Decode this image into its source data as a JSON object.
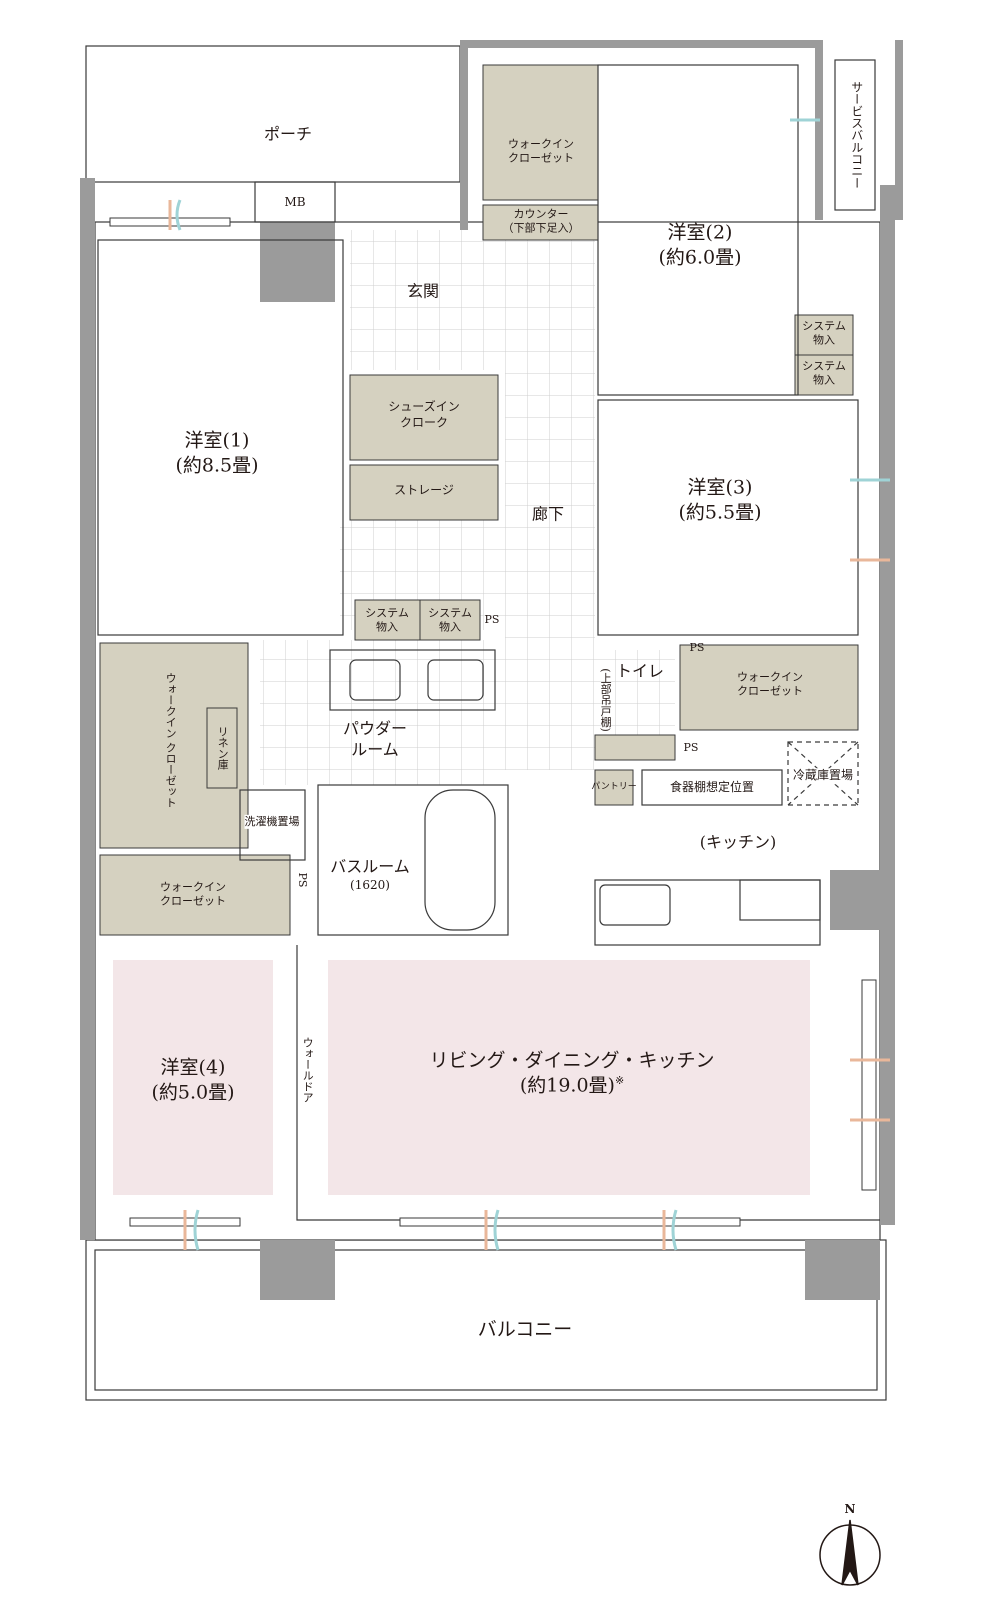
{
  "rooms": {
    "porch": "ポーチ",
    "mb": "MB",
    "wic_top": [
      "ウォークイン",
      "クローゼット"
    ],
    "counter": [
      "カウンター",
      "（下部下足入）"
    ],
    "service_balcony": "サービスバルコニー",
    "room2": [
      "洋室(2)",
      "(約6.0畳)"
    ],
    "entrance": "玄関",
    "system_storage": [
      "システム",
      "物入"
    ],
    "room1": [
      "洋室(1)",
      "(約8.5畳)"
    ],
    "shoes_in": [
      "シューズイン",
      "クローク"
    ],
    "storage": "ストレージ",
    "corridor": "廊下",
    "room3": [
      "洋室(3)",
      "(約5.5畳)"
    ],
    "ps": "PS",
    "toilet": "トイレ",
    "toilet_note": "(上部吊戸棚)",
    "wic_right": [
      "ウォークイン",
      "クローゼット"
    ],
    "wic_left_vertical": [
      "ウォークイン",
      "クローゼット"
    ],
    "linen": "リネン庫",
    "powder_room": [
      "パウダー",
      "ルーム"
    ],
    "washer": "洗濯機置場",
    "pantry": "パントリー",
    "cupboard": "食器棚想定位置",
    "fridge": "冷蔵庫置場",
    "kitchen": "(キッチン)",
    "bathroom": [
      "バスルーム",
      "(1620)"
    ],
    "wic_lower": [
      "ウォークイン",
      "クローゼット"
    ],
    "room4": [
      "洋室(4)",
      "(約5.0畳)"
    ],
    "wall_door": "ウォールドア",
    "ldk": [
      "リビング・ダイニング・キッチン",
      "(約19.0畳)",
      "※"
    ],
    "balcony": "バルコニー",
    "north": "N"
  },
  "colors": {
    "wall": "#9b9b9b",
    "closet": "#d5d1c0",
    "living_highlight": "#f3e6e8",
    "line": "#3a3a3a",
    "vent_blue": "#9fd3d6",
    "vent_orange": "#e9b79a"
  }
}
